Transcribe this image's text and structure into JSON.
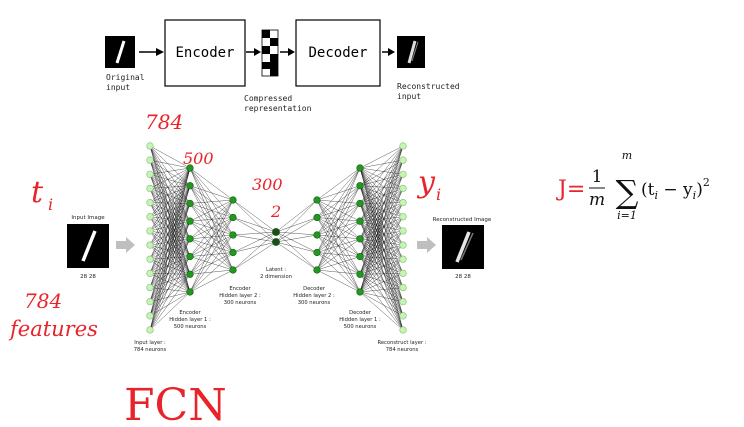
{
  "top_diagram": {
    "original_input": [
      "Original",
      "input"
    ],
    "encoder": "Encoder",
    "decoder": "Decoder",
    "compressed": [
      "Compressed",
      "representation"
    ],
    "reconstructed": [
      "Reconstructed",
      "input"
    ]
  },
  "network": {
    "input_image_title": "Input Image",
    "input_image_dims": "28  28",
    "reconstructed_image_title": "Reconstructed Image",
    "reconstructed_image_dims": "28  28",
    "input_layer": [
      "Input layer :",
      "784 neurons"
    ],
    "encoder_hidden_1": [
      "Encoder",
      "Hidden layer 1 :",
      "500 neurons"
    ],
    "encoder_hidden_2": [
      "Encoder",
      "Hidden layer 2 :",
      "300 neurons"
    ],
    "latent": [
      "Latent :",
      "2 dimension"
    ],
    "decoder_hidden_2": [
      "Decoder",
      "Hidden layer 2 :",
      "300 neurons"
    ],
    "decoder_hidden_1": [
      "Decoder",
      "Hidden layer 1 :",
      "500 neurons"
    ],
    "reconstruct_layer": [
      "Reconstruct layer :",
      "784 neurons"
    ],
    "colors": {
      "light_neuron": "#c9f2b8",
      "dark_neuron": "#1f9a1f",
      "latent_neuron": "#1a4d1a",
      "arrow": "#bfbfbf"
    }
  },
  "annotations": {
    "n784_top": "784",
    "n500": "500",
    "n300": "300",
    "n2": "2",
    "t_i": "t",
    "t_sub": "i",
    "y_i": "y",
    "y_sub": "i",
    "features_784": "784",
    "features_word": "features",
    "fcn": "FCN",
    "ink_color": "#e8232a"
  },
  "formula": {
    "lhs": "J=",
    "num": "1",
    "den": "m",
    "upper": "m",
    "lower": "i=1",
    "body_open": "(t",
    "body_i1": "i",
    "body_minus": " − y",
    "body_i2": "i",
    "body_close": ")",
    "power": "2"
  }
}
